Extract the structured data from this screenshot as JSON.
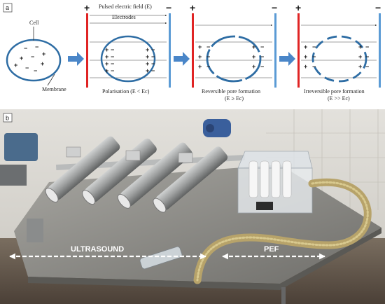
{
  "panel_a": {
    "letter": "a",
    "cell_label": "Cell",
    "membrane_label": "Membrane",
    "field_label": "Pulsed electric field (E)",
    "electrodes_label": "Electrodes",
    "positive_sign": "+",
    "negative_sign": "−",
    "stage_1_label": "Polarisation (E < Ec)",
    "stage_2_label_line1": "Reversible pore formation",
    "stage_2_label_line2": "(E ≥ Ec)",
    "stage_3_label_line1": "Irreversible pore formation",
    "stage_3_label_line2": "(E >> Ec)",
    "colors": {
      "positive_electrode": "#e02424",
      "negative_electrode": "#5b9bd5",
      "cell_outline": "#2e6da4",
      "flow_arrow": "#4a86c8"
    }
  },
  "panel_b": {
    "letter": "b",
    "ultrasound_label": "ULTRASOUND",
    "pef_label": "PEF",
    "colors": {
      "wall": "#d9d6cf",
      "table": "#8e8d88",
      "hose": "#b7a36a",
      "cylinder": "#a9abab"
    }
  }
}
